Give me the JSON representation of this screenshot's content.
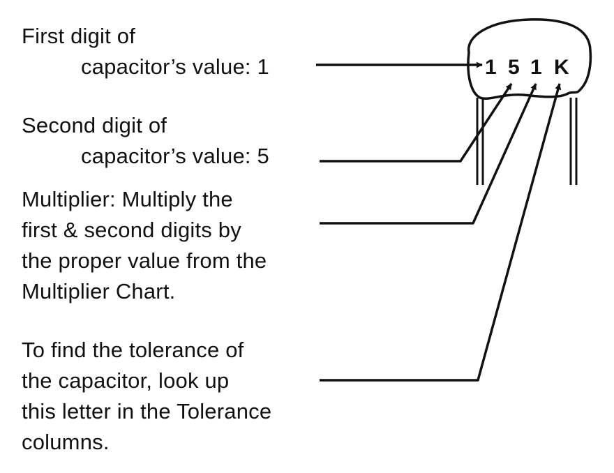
{
  "labels": {
    "first_digit": {
      "line1": "First digit of",
      "line2": "capacitor’s value: 1"
    },
    "second_digit": {
      "line1": "Second digit of",
      "line2": "capacitor’s value: 5"
    },
    "multiplier": {
      "line1": "Multiplier: Multiply the",
      "line2": "first & second digits by",
      "line3": "the proper value from the",
      "line4": "Multiplier Chart."
    },
    "tolerance": {
      "line1": "To find the tolerance of",
      "line2": "the capacitor, look up",
      "line3": "this letter in the Tolerance",
      "line4": "columns."
    }
  },
  "capacitor": {
    "code_chars": [
      "1",
      "5",
      "1",
      "K"
    ]
  },
  "colors": {
    "ink": "#111111",
    "background": "#ffffff"
  }
}
